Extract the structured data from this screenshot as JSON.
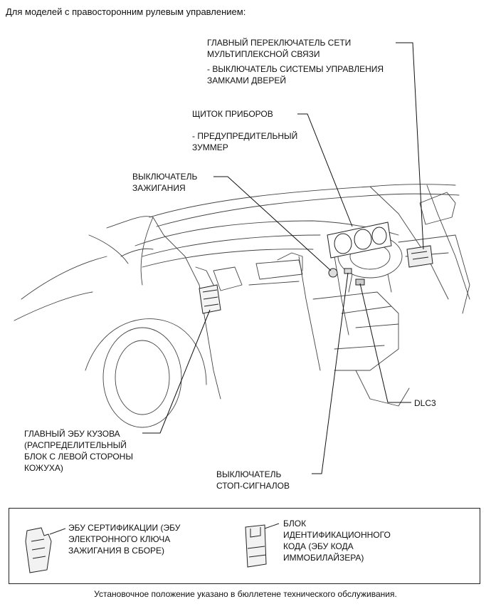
{
  "header": {
    "title": "Для моделей с правосторонним рулевым управлением:"
  },
  "callouts": {
    "main_switch": {
      "line1": "ГЛАВНЫЙ ПЕРЕКЛЮЧАТЕЛЬ СЕТИ",
      "line2": "МУЛЬТИПЛЕКСНОЙ СВЯЗИ",
      "sub1": "- ВЫКЛЮЧАТЕЛЬ СИСТЕМЫ УПРАВЛЕНИЯ",
      "sub2": "ЗАМКАМИ ДВЕРЕЙ"
    },
    "meter": {
      "line1": "ЩИТОК ПРИБОРОВ",
      "sub1": "- ПРЕДУПРЕДИТЕЛЬНЫЙ",
      "sub2": "ЗУММЕР"
    },
    "ignition": {
      "line1": "ВЫКЛЮЧАТЕЛЬ",
      "line2": "ЗАЖИГАНИЯ"
    },
    "dlc3": {
      "line1": "DLC3"
    },
    "body_ecu": {
      "line1": "ГЛАВНЫЙ ЭБУ КУЗОВА",
      "line2": "(РАСПРЕДЕЛИТЕЛЬНЫЙ",
      "line3": "БЛОК С ЛЕВОЙ СТОРОНЫ",
      "line4": "КОЖУХА)"
    },
    "stop_lamp": {
      "line1": "ВЫКЛЮЧАТЕЛЬ",
      "line2": "СТОП-СИГНАЛОВ"
    }
  },
  "legend": {
    "cert_ecu": {
      "line1": "ЭБУ СЕРТИФИКАЦИИ (ЭБУ",
      "line2": "ЭЛЕКТРОННОГО КЛЮЧА",
      "line3": "ЗАЖИГАНИЯ В СБОРЕ)"
    },
    "id_box": {
      "line1": "БЛОК",
      "line2": "ИДЕНТИФИКАЦИОННОГО",
      "line3": "КОДА (ЭБУ КОДА",
      "line4": "ИММОБИЛАЙЗЕРА)"
    }
  },
  "footer": {
    "note": "Установочное положение указано в бюллетене технического обслуживания."
  }
}
